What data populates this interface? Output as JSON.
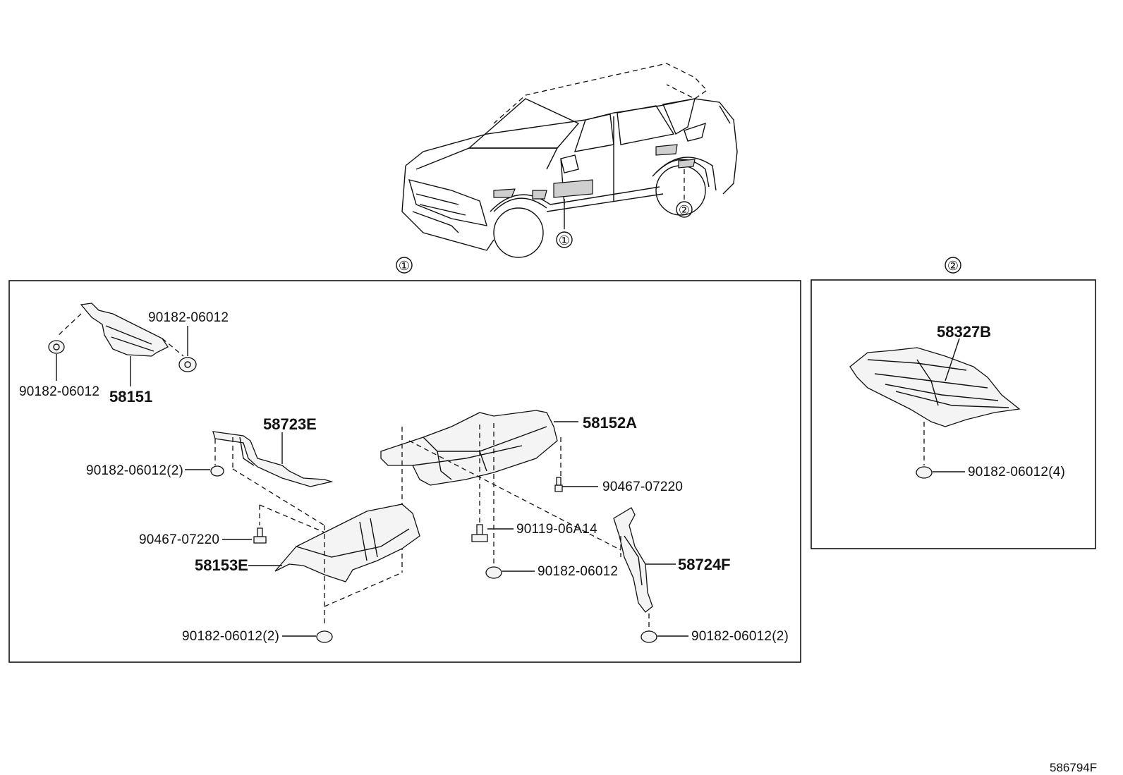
{
  "diagram": {
    "callouts": {
      "section_1": "①",
      "section_2": "②"
    },
    "parts": {
      "p58151": "58151",
      "p58151_clip_left": "90182-06012",
      "p58151_clip_right": "90182-06012",
      "p58723E": "58723E",
      "p58723E_clip": "90182-06012(2)",
      "p58152A": "58152A",
      "p58152A_bolt": "90467-07220",
      "p58153E": "58153E",
      "p58153E_bolt": "90467-07220",
      "p58153E_clip": "90182-06012(2)",
      "stud_bolt": "90119-06A14",
      "center_clip": "90182-06012",
      "p58724F": "58724F",
      "p58724F_clip": "90182-06012(2)",
      "p58327B": "58327B",
      "p58327B_clip": "90182-06012(4)"
    },
    "diagram_id": "586794F"
  }
}
